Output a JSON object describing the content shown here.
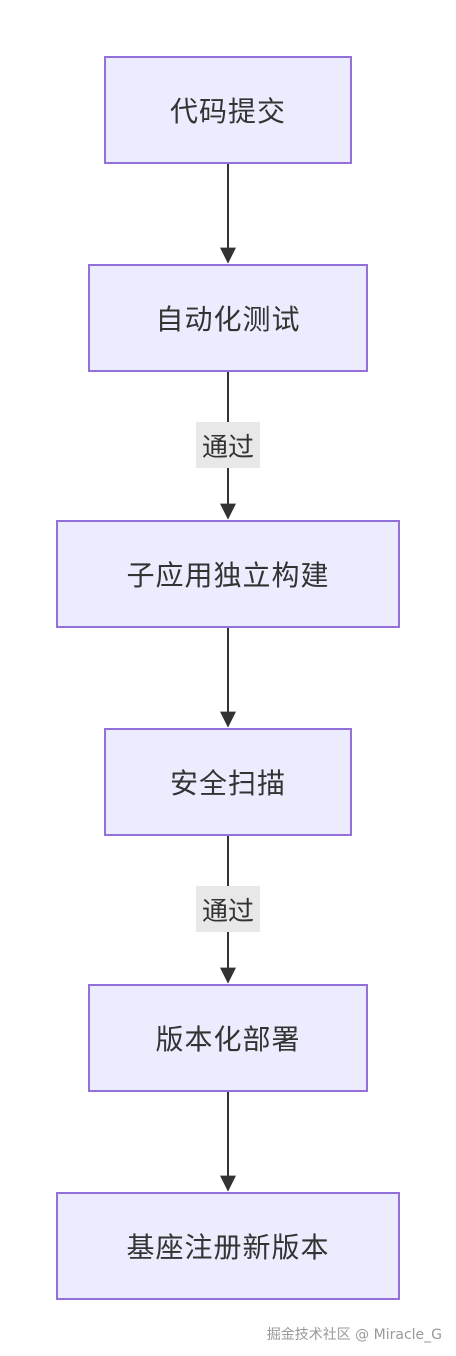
{
  "nodes": [
    {
      "label": "代码提交"
    },
    {
      "label": "自动化测试"
    },
    {
      "label": "子应用独立构建"
    },
    {
      "label": "安全扫描"
    },
    {
      "label": "版本化部署"
    },
    {
      "label": "基座注册新版本"
    }
  ],
  "edges": [
    {
      "from": 0,
      "to": 1,
      "label": ""
    },
    {
      "from": 1,
      "to": 2,
      "label": "通过"
    },
    {
      "from": 2,
      "to": 3,
      "label": ""
    },
    {
      "from": 3,
      "to": 4,
      "label": "通过"
    },
    {
      "from": 4,
      "to": 5,
      "label": ""
    }
  ],
  "watermark": "掘金技术社区 @ Miracle_G",
  "colors": {
    "node_fill": "#ececff",
    "node_border": "#9370db",
    "edge": "#333333",
    "label_bg": "#e8e8e8"
  }
}
